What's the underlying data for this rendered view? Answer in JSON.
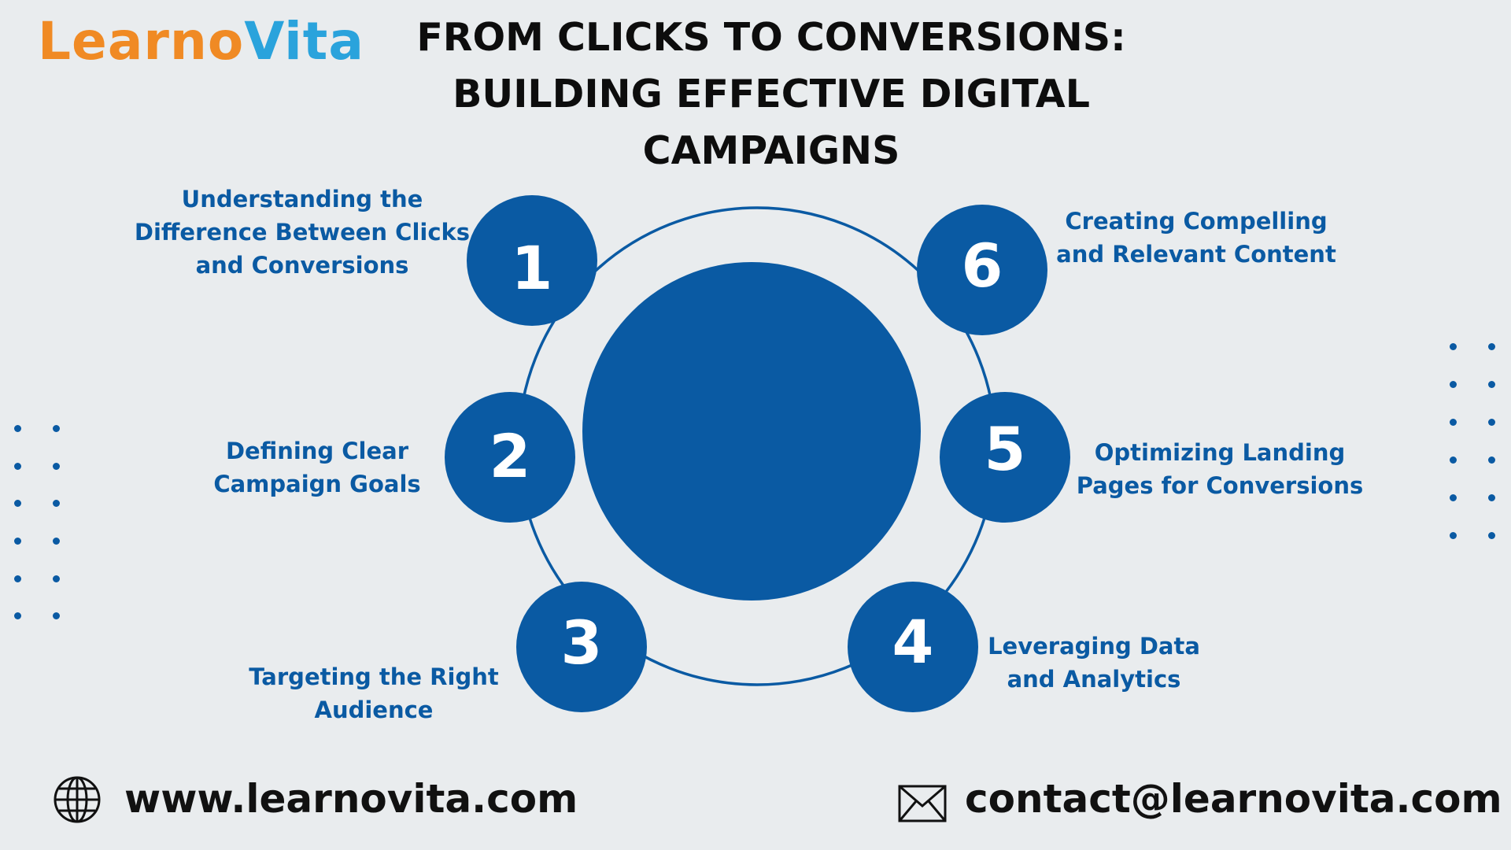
{
  "brand": {
    "logo_part1": "Learno",
    "logo_part2": "Vita",
    "color_orange": "#f08a24",
    "color_blue": "#2aa3dc"
  },
  "title": {
    "line1": "FROM CLICKS TO CONVERSIONS:",
    "line2": "BUILDING EFFECTIVE DIGITAL",
    "line3": "CAMPAIGNS"
  },
  "accent_color": "#0a5aa3",
  "steps": [
    {
      "number": "1",
      "line1": "Understanding the",
      "line2": "Difference Between Clicks",
      "line3": "and Conversions"
    },
    {
      "number": "2",
      "line1": "Defining Clear",
      "line2": "Campaign Goals"
    },
    {
      "number": "3",
      "line1": "Targeting the Right",
      "line2": "Audience"
    },
    {
      "number": "4",
      "line1": "Leveraging Data",
      "line2": "and Analytics"
    },
    {
      "number": "5",
      "line1": "Optimizing Landing",
      "line2": "Pages for Conversions"
    },
    {
      "number": "6",
      "line1": "Creating Compelling",
      "line2": "and Relevant Content"
    }
  ],
  "footer": {
    "website": "www.learnovita.com",
    "email": "contact@learnovita.com",
    "globe_icon": "globe-icon",
    "mail_icon": "envelope-icon"
  }
}
